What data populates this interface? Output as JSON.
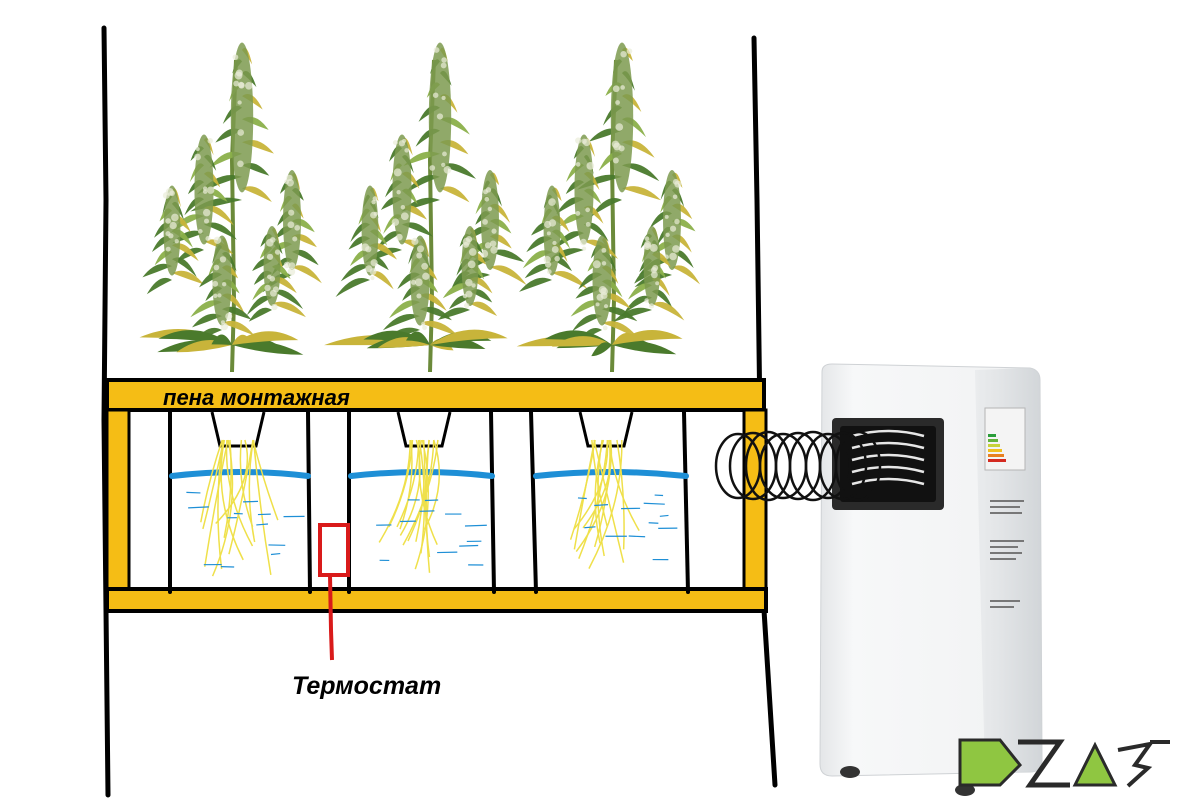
{
  "labels": {
    "foam": "пена монтажная",
    "thermostat": "Термостат"
  },
  "plants": {
    "count": 3
  },
  "colors": {
    "foam": "#f5bd15",
    "water": "#1e8fd6",
    "roots": "#efe04a",
    "thermostat": "#d91a1a",
    "leaf_dark": "#4a7a2c",
    "leaf_light": "#8bb04a",
    "leaf_yellow": "#c8b43a",
    "ac_body": "#f2f3f4"
  },
  "icons": {
    "plants": "cannabis-plant-icon",
    "ac": "portable-air-conditioner-icon",
    "hose": "duct-hose-coil-icon",
    "logo": "dzag-logo"
  },
  "logo_text": "DZAG"
}
